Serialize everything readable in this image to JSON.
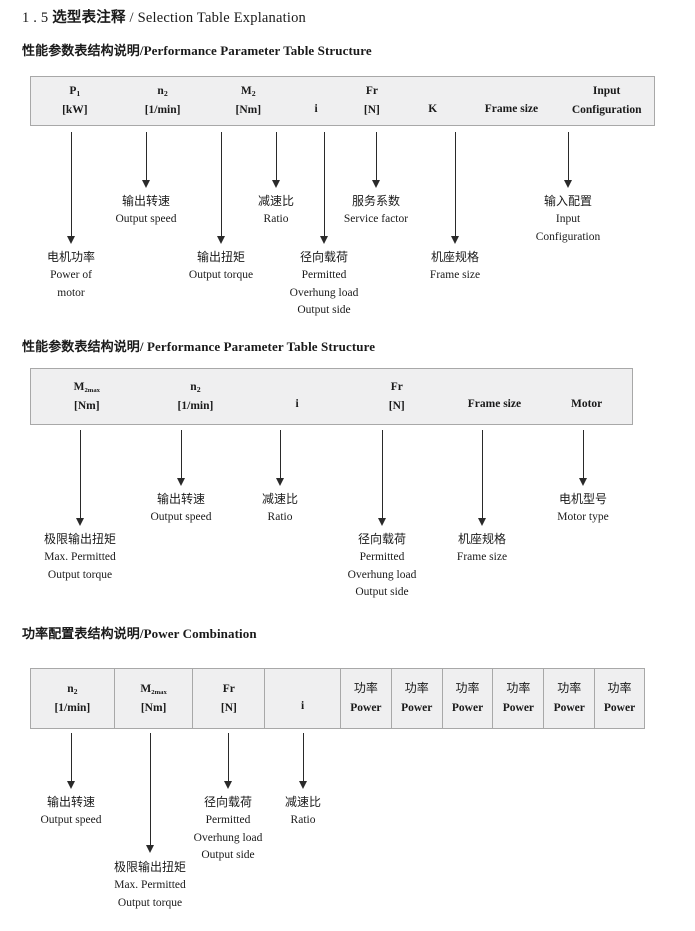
{
  "page": {
    "title_number": "1 . 5",
    "title_cn": "选型表注释",
    "title_sep": "/",
    "title_en": "Selection Table Explanation"
  },
  "sections": [
    {
      "heading_cn": "性能参数表结构说明",
      "heading_sep": "/",
      "heading_en": "Performance Parameter Table Structure",
      "table": {
        "divided": false,
        "columns": [
          {
            "line1": "P",
            "sub1": "1",
            "line2": "[kW]"
          },
          {
            "line1": "n",
            "sub1": "2",
            "line2": "[1/min]"
          },
          {
            "line1": "M",
            "sub1": "2",
            "line2": "[Nm]"
          },
          {
            "line1": "i",
            "sub1": "",
            "line2": ""
          },
          {
            "line1": "Fr",
            "sub1": "",
            "line2": "[N]"
          },
          {
            "line1": "K",
            "sub1": "",
            "line2": ""
          },
          {
            "line1": "Frame size",
            "sub1": "",
            "line2": ""
          },
          {
            "line1": "Input",
            "sub1": "",
            "line2": "Configuration"
          }
        ]
      },
      "notes": [
        {
          "cn": "电机功率",
          "en": [
            "Power of",
            "motor"
          ]
        },
        {
          "cn": "输出转速",
          "en": [
            "Output speed"
          ]
        },
        {
          "cn": "输出扭矩",
          "en": [
            "Output torque"
          ]
        },
        {
          "cn": "减速比",
          "en": [
            "Ratio"
          ]
        },
        {
          "cn": "径向载荷",
          "en": [
            "Permitted",
            "Overhung load",
            "Output side"
          ]
        },
        {
          "cn": "服务系数",
          "en": [
            "Service factor"
          ]
        },
        {
          "cn": "机座规格",
          "en": [
            "Frame size"
          ]
        },
        {
          "cn": "输入配置",
          "en": [
            "Input",
            "Configuration"
          ]
        }
      ]
    },
    {
      "heading_cn": "性能参数表结构说明",
      "heading_sep": "/",
      "heading_en": "Performance Parameter Table Structure",
      "table": {
        "divided": false,
        "columns": [
          {
            "line1": "M",
            "sub1": "2max",
            "line2": "[Nm]"
          },
          {
            "line1": "n",
            "sub1": "2",
            "line2": "[1/min]"
          },
          {
            "line1": "i",
            "sub1": "",
            "line2": ""
          },
          {
            "line1": "Fr",
            "sub1": "",
            "line2": "[N]"
          },
          {
            "line1": "Frame size",
            "sub1": "",
            "line2": ""
          },
          {
            "line1": "Motor",
            "sub1": "",
            "line2": ""
          }
        ]
      },
      "notes": [
        {
          "cn": "极限输出扭矩",
          "en": [
            "Max. Permitted",
            "Output  torque"
          ]
        },
        {
          "cn": "输出转速",
          "en": [
            "Output speed"
          ]
        },
        {
          "cn": "减速比",
          "en": [
            "Ratio"
          ]
        },
        {
          "cn": "径向载荷",
          "en": [
            "Permitted",
            "Overhung load",
            "Output side"
          ]
        },
        {
          "cn": "机座规格",
          "en": [
            "Frame size"
          ]
        },
        {
          "cn": "电机型号",
          "en": [
            "Motor type"
          ]
        }
      ]
    },
    {
      "heading_cn": "功率配置表结构说明",
      "heading_sep": "/",
      "heading_en": "Power Combination",
      "table": {
        "divided": true,
        "columns": [
          {
            "line1": "n",
            "sub1": "2",
            "line2": "[1/min]"
          },
          {
            "line1": "M",
            "sub1": "2max",
            "line2": "[Nm]"
          },
          {
            "line1": "Fr",
            "sub1": "",
            "line2": "[N]"
          },
          {
            "line1": "i",
            "sub1": "",
            "line2": ""
          },
          {
            "line1": "功率",
            "sub1": "",
            "line2": "Power"
          },
          {
            "line1": "功率",
            "sub1": "",
            "line2": "Power"
          },
          {
            "line1": "功率",
            "sub1": "",
            "line2": "Power"
          },
          {
            "line1": "功率",
            "sub1": "",
            "line2": "Power"
          },
          {
            "line1": "功率",
            "sub1": "",
            "line2": "Power"
          },
          {
            "line1": "功率",
            "sub1": "",
            "line2": "Power"
          }
        ]
      },
      "notes": [
        {
          "cn": "输出转速",
          "en": [
            "Output speed"
          ]
        },
        {
          "cn": "极限输出扭矩",
          "en": [
            "Max. Permitted",
            "Output  torque"
          ]
        },
        {
          "cn": "径向载荷",
          "en": [
            "Permitted",
            "Overhung load",
            "Output side"
          ]
        },
        {
          "cn": "减速比",
          "en": [
            "Ratio"
          ]
        }
      ]
    }
  ]
}
